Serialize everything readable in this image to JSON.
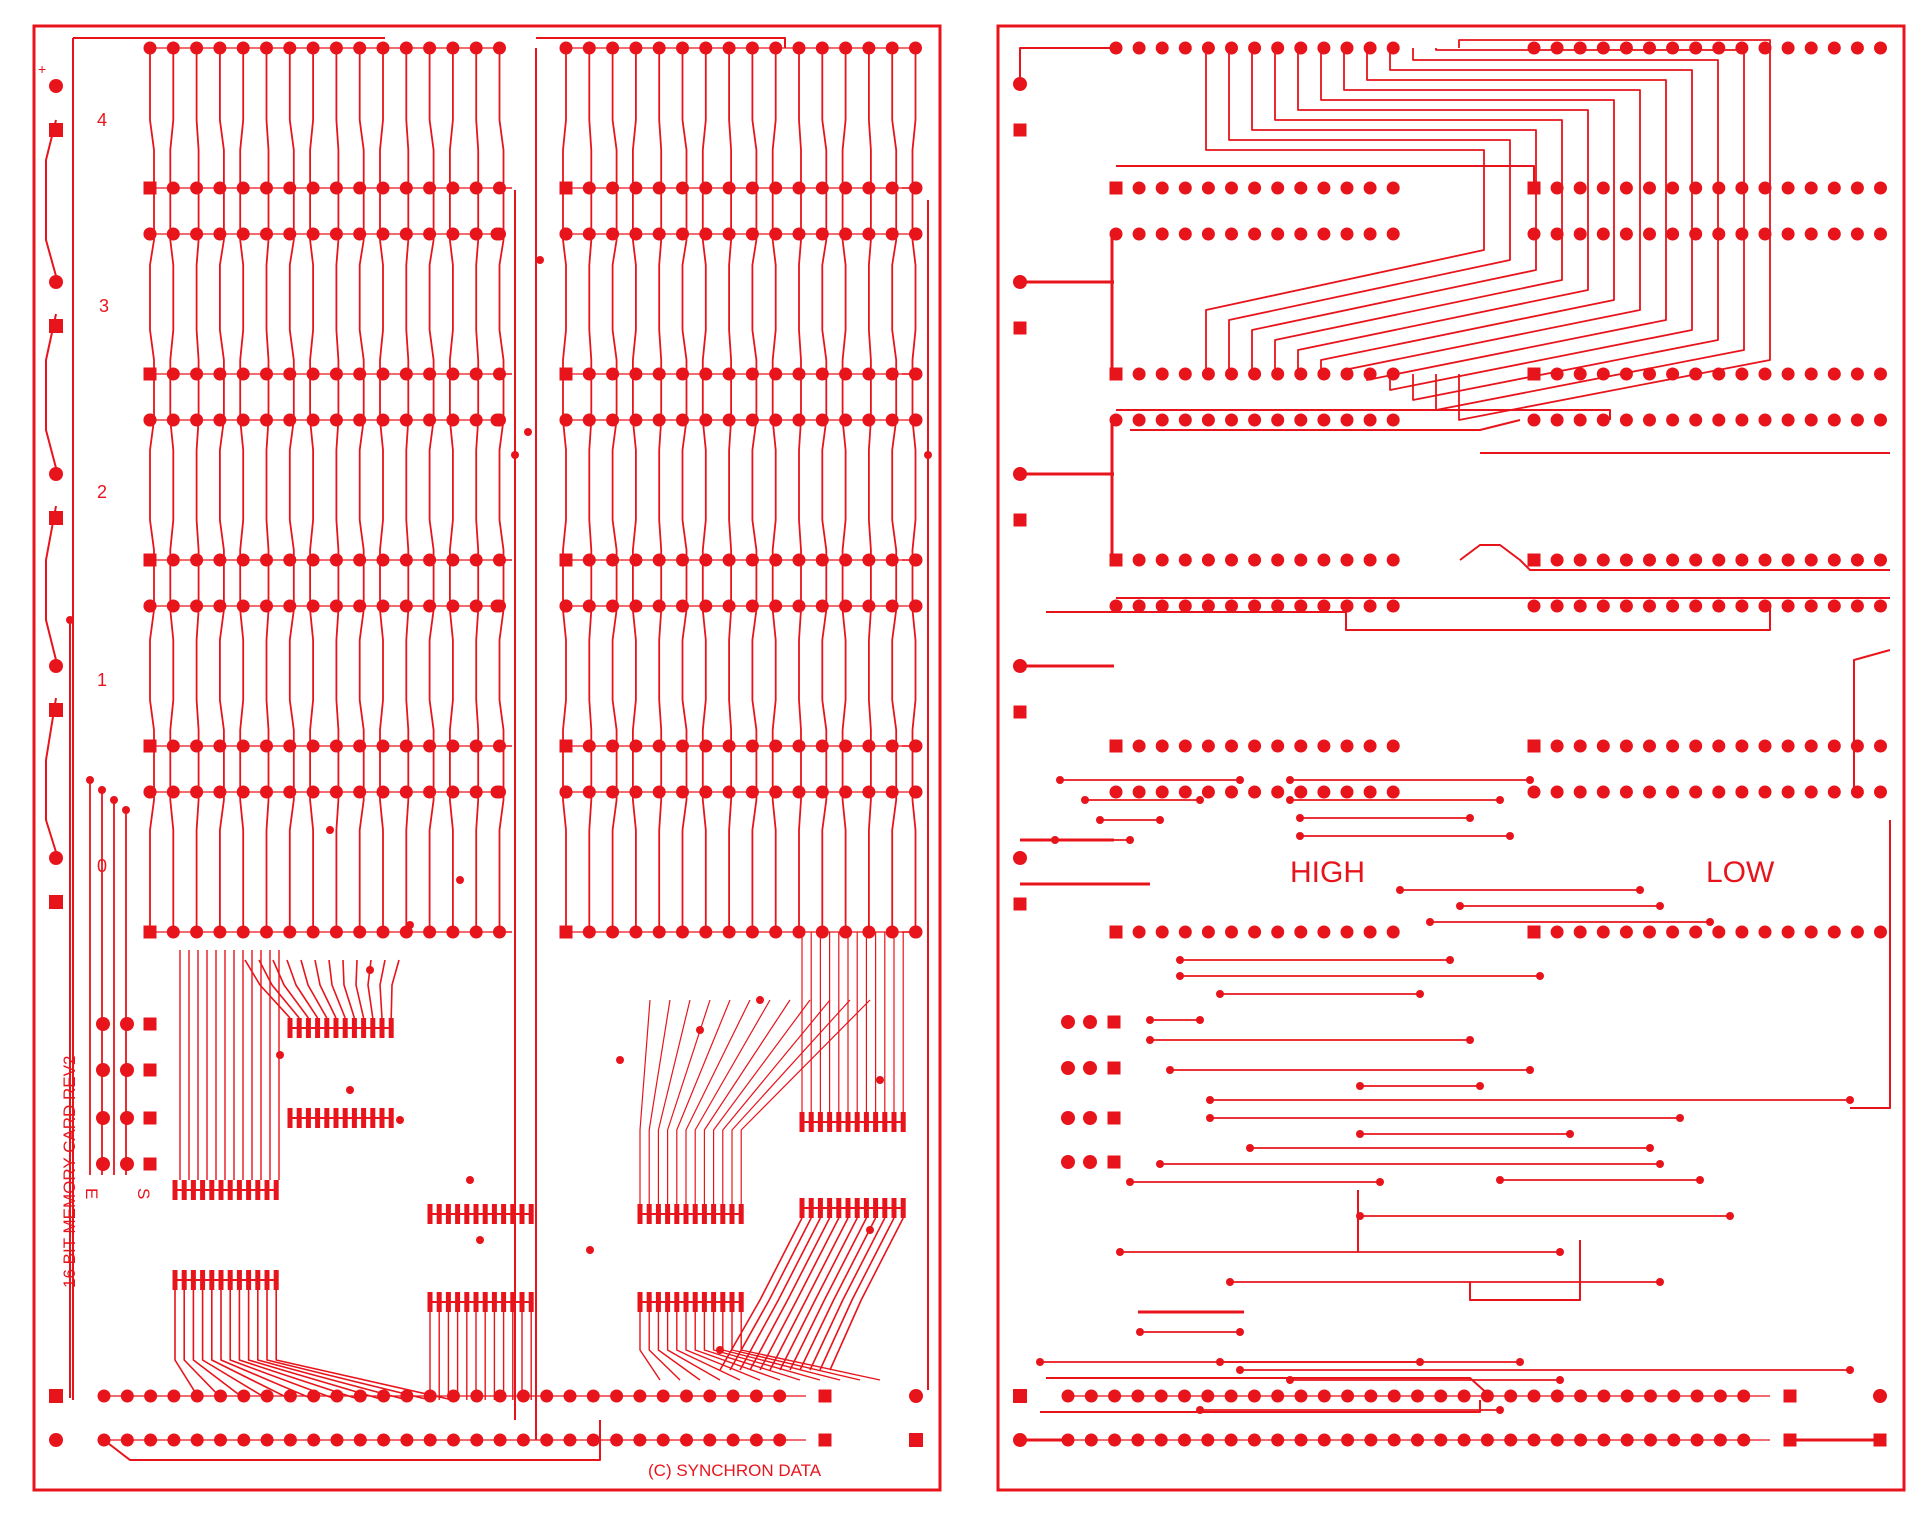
{
  "colors": {
    "trace": "#e8141c",
    "background": "#ffffff"
  },
  "left_board": {
    "title": "16 BIT MEMORY CARD REV2",
    "copyright": "(C) SYNCHRON DATA",
    "plus_marker": "+",
    "row_labels": [
      "4",
      "3",
      "2",
      "1",
      "0"
    ],
    "selector_labels": [
      "E",
      "S"
    ]
  },
  "right_board": {
    "high_label": "HIGH",
    "low_label": "LOW"
  }
}
